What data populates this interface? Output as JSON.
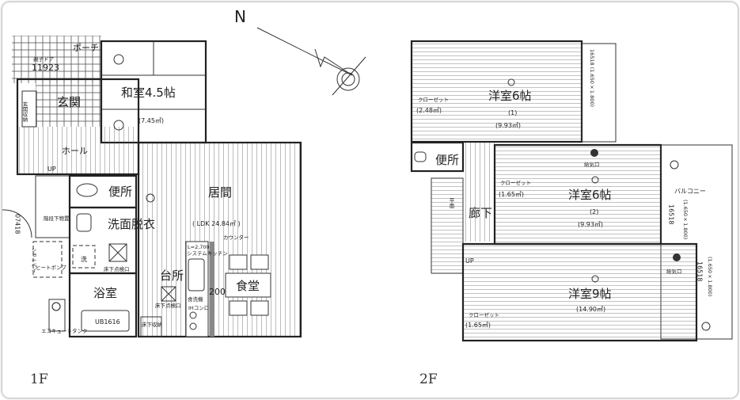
{
  "floors": [
    {
      "label": "1F",
      "rooms": {
        "porch": "ポーチ",
        "door_label": "親子ドア",
        "door_code": "11923",
        "entrance": "玄関",
        "entrance_storage": "玄関収納",
        "japanese_room": "和室4.5帖",
        "japanese_room_area": "(7.45㎡)",
        "hall": "ホール",
        "up": "UP",
        "toilet": "便所",
        "understairs_storage": "階段下物置",
        "window_code": "07418",
        "washroom": "洗面脱衣",
        "washer": "洗",
        "floor_hatch": "床下点検口",
        "heat_pump": "ヒートポンプ",
        "heat_pump_side": "ショ一ベイ",
        "ecocute_tank": "エコキュートタンク",
        "bath": "浴室",
        "unit_bath": "UB1616",
        "living": "居間",
        "ldk_area": "( LDK 24.84㎡ )",
        "counter": "カウンター",
        "kitchen_spec": "L=2,700",
        "system_kitchen": "システムキッチン",
        "dishwasher": "食洗機",
        "ih": "IHコンロ",
        "counter_height": "200",
        "kitchen": "台所",
        "kitchen_hatch": "床下点検口",
        "under_storage": "床下収納",
        "dining": "食堂"
      }
    },
    {
      "label": "2F",
      "rooms": {
        "room1": "洋室6帖",
        "room1_no": "(1)",
        "room1_area": "(9.93㎡)",
        "closet1": "クローゼット",
        "closet1_area": "(2.48㎡)",
        "window1": "16518 (1.650×1.800)",
        "toilet": "便所",
        "corridor": "廊下",
        "up": "UP",
        "stairs_mark": "平面",
        "room2": "洋室6帖",
        "room2_no": "(2)",
        "room2_area": "(9.93㎡)",
        "closet2": "クローゼット",
        "closet2_area": "(1.65㎡)",
        "vent1": "給気口",
        "balcony": "バルコニー",
        "window2_code": "16518",
        "window2_size": "(1.650×1.800)",
        "room3": "洋室9帖",
        "room3_area": "(14.90㎡)",
        "closet3": "クローゼット",
        "closet3_area": "(1.65㎡)",
        "vent2": "給気口",
        "window3_code": "16518",
        "window3_size": "(1.650×1.800)"
      }
    }
  ],
  "compass": {
    "north": "N"
  }
}
